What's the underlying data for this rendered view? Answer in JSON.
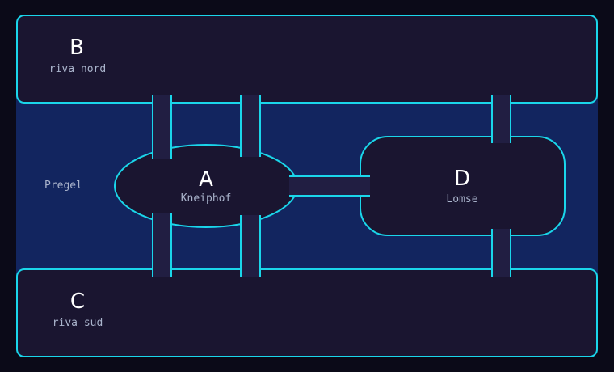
{
  "colors": {
    "background": "#0b0a18",
    "river": "#12255f",
    "land": "#1a1530",
    "outline": "#1ad6ea",
    "bridge": "#211e42",
    "text_primary": "#ffffff",
    "text_secondary": "#aab4cc"
  },
  "river": {
    "label": "Pregel"
  },
  "landmasses": [
    {
      "id": "B",
      "letter": "B",
      "name": "riva nord"
    },
    {
      "id": "C",
      "letter": "C",
      "name": "riva sud"
    },
    {
      "id": "A",
      "letter": "A",
      "name": "Kneiphof"
    },
    {
      "id": "D",
      "letter": "D",
      "name": "Lomse"
    }
  ],
  "bridges": [
    {
      "from": "A",
      "to": "B"
    },
    {
      "from": "A",
      "to": "B"
    },
    {
      "from": "A",
      "to": "C"
    },
    {
      "from": "A",
      "to": "C"
    },
    {
      "from": "A",
      "to": "D"
    },
    {
      "from": "D",
      "to": "B"
    },
    {
      "from": "D",
      "to": "C"
    }
  ]
}
